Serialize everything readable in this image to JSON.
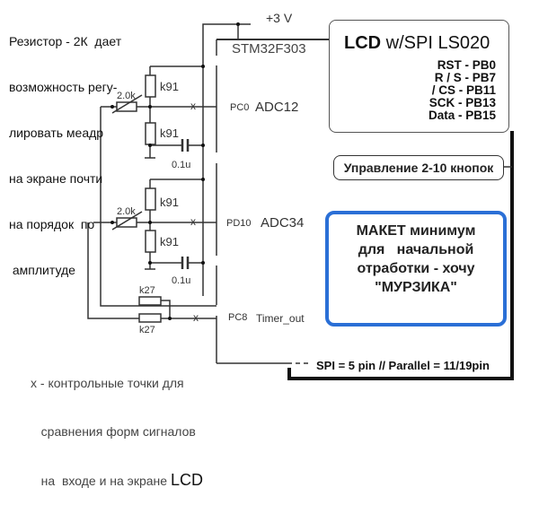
{
  "note_top": {
    "lines": [
      "Резистор - 2К  дает",
      "возможность регу-",
      "лировать меадр",
      "на экране почти",
      "на порядок  по",
      " амплитуде"
    ]
  },
  "power": {
    "label": "+3 V"
  },
  "mcu": {
    "label": "STM32F303"
  },
  "channels": [
    {
      "pin": "PC0",
      "signal": "ADC12",
      "r_top": "k91",
      "r_bot": "k91",
      "pot": "2.0k",
      "cap": "0.1u",
      "test_point": "x"
    },
    {
      "pin": "PD10",
      "signal": "ADC34",
      "r_top": "k91",
      "r_bot": "k91",
      "pot": "2.0k",
      "cap": "0.1u",
      "test_point": "x"
    }
  ],
  "timer": {
    "pin": "PC8",
    "signal": "Timer_out",
    "r1": "k27",
    "r2": "k27",
    "test_point": "x"
  },
  "lcd": {
    "title_bold": "LCD",
    "title_rest": " w/SPI  LS020",
    "pins": [
      "RST - PB0",
      "R / S - PB7",
      "/ CS - PB11",
      "SCK - PB13",
      "Data - PB15"
    ]
  },
  "control": {
    "label": "Управление 2-10 кнопок"
  },
  "maket": {
    "lines": [
      "МАКЕТ минимум",
      "для   начальной",
      "отработки - хочу",
      "\"МУРЗИКА\""
    ]
  },
  "legend": {
    "lines": [
      "x - контрольные точки для",
      "   сравнения форм сигналов",
      "   на  входе и на экране "
    ],
    "lcd_word": "LCD"
  },
  "bus_note": {
    "label": "SPI = 5 pin // Parallel = 11/19pin"
  },
  "colors": {
    "maket_border": "#2a6fd6",
    "wire": "#333333"
  }
}
